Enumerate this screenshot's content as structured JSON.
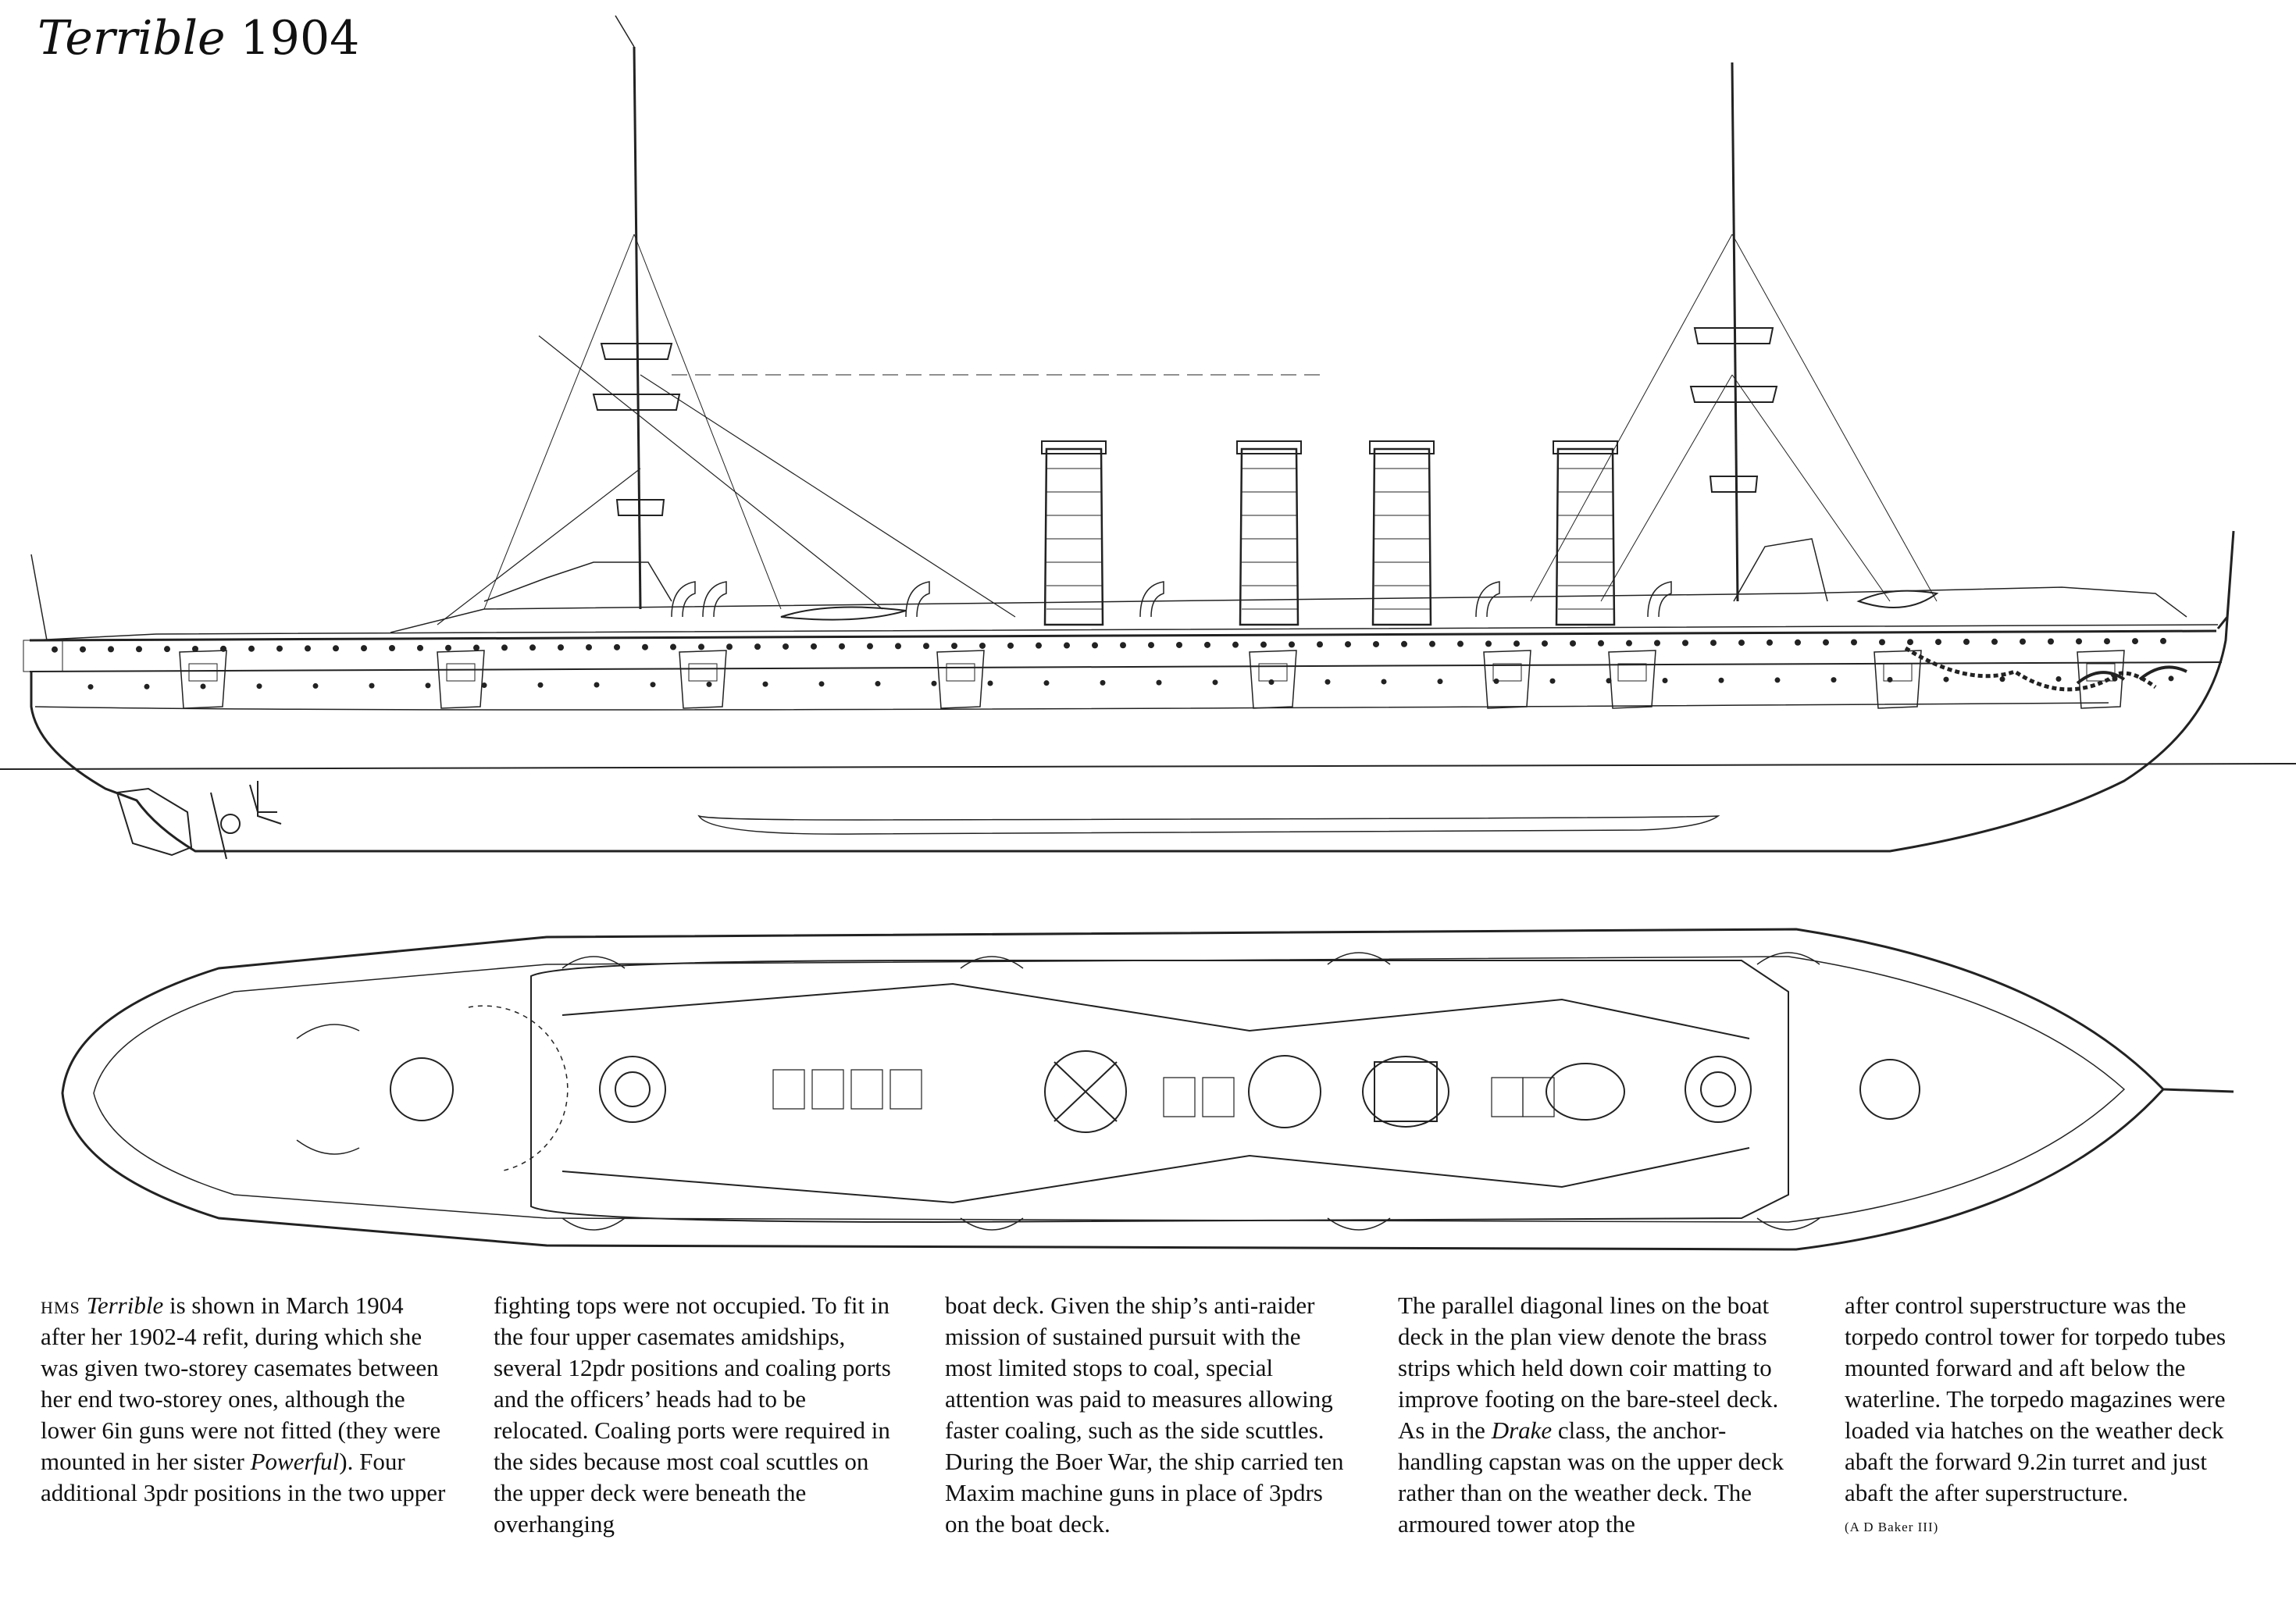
{
  "title": {
    "italic": "Terrible",
    "year": "1904"
  },
  "columns": [
    {
      "parts": [
        {
          "t": "HMS",
          "style": "sc"
        },
        {
          "t": " "
        },
        {
          "t": "Terrible",
          "style": "em"
        },
        {
          "t": " is shown in March 1904 after her 1902-4 refit, during which she was given two-storey casemates between her end two-storey ones, although the lower 6in guns were not fitted (they were mounted in her sister "
        },
        {
          "t": "Powerful",
          "style": "em"
        },
        {
          "t": "). Four additional 3pdr positions in the two upper"
        }
      ]
    },
    {
      "parts": [
        {
          "t": "fighting tops were not occupied. To fit in the four upper casemates amidships, several 12pdr positions and coaling ports and the officers’ heads had to be relocated. Coaling ports were required in the sides because most coal scuttles on the upper deck were beneath the overhanging"
        }
      ]
    },
    {
      "parts": [
        {
          "t": "boat deck. Given the ship’s anti-raider mission of sustained pursuit with the most limited stops to coal, special attention was paid to measures allowing faster coaling, such as the side scuttles. During the Boer War, the ship carried ten Maxim machine guns in place of 3pdrs on the boat deck."
        }
      ]
    },
    {
      "parts": [
        {
          "t": "The parallel diagonal lines on the boat deck in the plan view denote the brass strips which held down coir matting to improve footing on the bare-steel deck. As in the "
        },
        {
          "t": "Drake",
          "style": "em"
        },
        {
          "t": " class, the anchor-handling capstan was on the upper deck rather than on the weather deck. The armoured tower atop the"
        }
      ]
    },
    {
      "parts": [
        {
          "t": "after control superstructure was the torpedo control tower for torpedo tubes mounted forward and aft below the waterline. The torpedo magazines were loaded via hatches on the weather deck abaft the forward 9.2in turret and just abaft the after superstructure."
        }
      ]
    }
  ],
  "credit": "(A D Baker III)"
}
